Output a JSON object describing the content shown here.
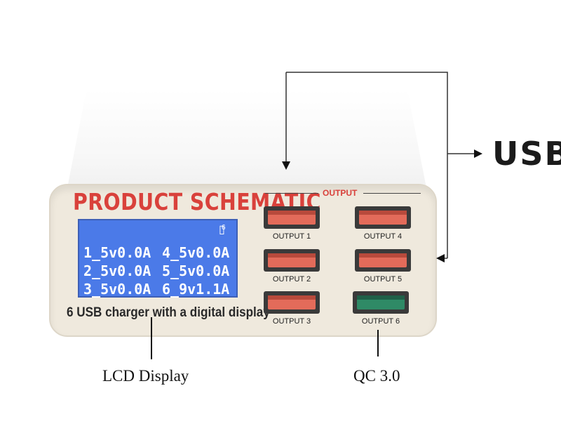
{
  "device": {
    "title": "PRODUCT SCHEMATIC",
    "subtitle": "6 USB charger with a digital display",
    "output_header": "OUTPUT"
  },
  "lcd": {
    "battery_indicator": "6",
    "rows": [
      [
        "1_5v0.0A",
        "4_5v0.0A"
      ],
      [
        "2_5v0.0A",
        "5_5v0.0A"
      ],
      [
        "3_5v0.0A",
        "6_9v1.1A"
      ]
    ]
  },
  "ports": [
    {
      "label": "OUTPUT 1",
      "type": "standard"
    },
    {
      "label": "OUTPUT 2",
      "type": "standard"
    },
    {
      "label": "OUTPUT 3",
      "type": "standard"
    },
    {
      "label": "OUTPUT 4",
      "type": "standard"
    },
    {
      "label": "OUTPUT 5",
      "type": "standard"
    },
    {
      "label": "OUTPUT 6",
      "type": "qc"
    }
  ],
  "callouts": {
    "usb": "USB",
    "lcd": "LCD Display",
    "qc": "QC 3.0"
  },
  "colors": {
    "title_red": "#d9413b",
    "lcd_blue": "#4b7ae8",
    "port_orange": "#e36b5a",
    "qc_green": "#2f8a66"
  }
}
